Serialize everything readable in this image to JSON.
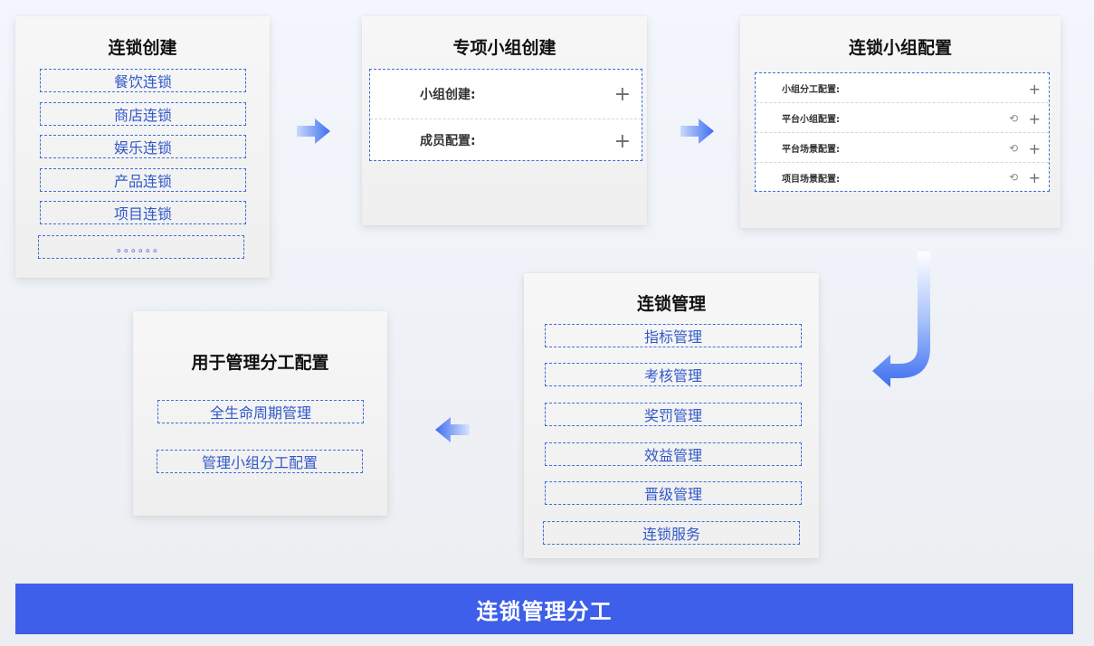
{
  "chain_creation": {
    "title": "连锁创建",
    "items": [
      "餐饮连锁",
      "商店连锁",
      "娱乐连锁",
      "产品连锁",
      "项目连锁",
      "。。。。。。"
    ]
  },
  "special_group_creation": {
    "title": "专项小组创建",
    "rows": [
      "小组创建:",
      "成员配置:"
    ]
  },
  "chain_group_config": {
    "title": "连锁小组配置",
    "rows": [
      "小组分工配置:",
      "平台小组配置:",
      "平台场景配置:",
      "项目场景配置:"
    ]
  },
  "chain_management": {
    "title": "连锁管理",
    "items": [
      "指标管理",
      "考核管理",
      "奖罚管理",
      "效益管理",
      "晋级管理",
      "连锁服务"
    ]
  },
  "division_config": {
    "title": "用于管理分工配置",
    "items": [
      "全生命周期管理",
      "管理小组分工配置"
    ]
  },
  "banner": {
    "title": "连锁管理分工"
  },
  "icons": {
    "add": "plus-icon",
    "sync": "sync-icon",
    "arrow": "flow-arrow-icon"
  },
  "colors": {
    "accent": "#3d5fe9",
    "dashed_border": "#3c6fd6",
    "chip_text": "#3359c9"
  }
}
